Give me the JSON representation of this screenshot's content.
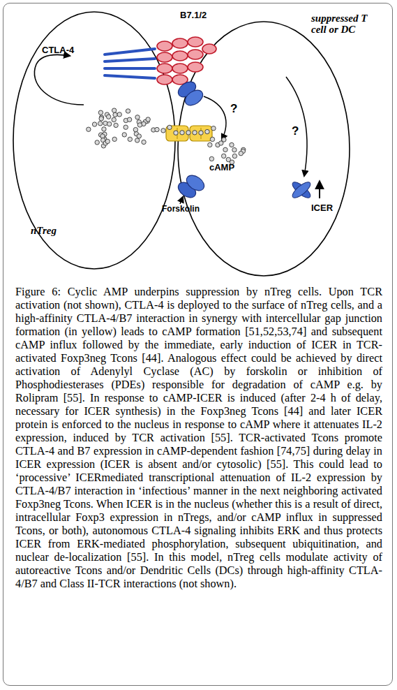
{
  "diagram": {
    "caption": "Figure 6: Cyclic AMP underpins suppression by nTreg cells. Upon TCR activation (not shown), CTLA-4 is deployed to the surface of nTreg cells, and a high-affinity CTLA-4/B7 interaction in synergy with intercellular gap junction formation (in yellow) leads to cAMP formation [51,52,53,74] and subsequent cAMP influx followed by the immediate, early induction of ICER in TCR-activated Foxp3neg Tcons [44]. Analogous effect could be achieved by direct activation of Adenylyl Cyclase (AC) by forskolin or inhibition of Phosphodiesterases (PDEs) responsible for degradation of cAMP e.g. by Rolipram [55]. In response to cAMP-ICER is induced (after 2-4 h of delay, necessary for ICER synthesis) in the Foxp3neg Tcons [44] and later ICER protein is enforced to the nucleus in response to cAMP where it attenuates IL-2 expression, induced by TCR activation [55]. TCR-activated Tcons promote CTLA-4 and B7 expression in cAMP-dependent fashion [74,75] during delay in ICER expression (ICER is absent and/or cytosolic) [55]. This could lead to ‘processive’ ICERmediated transcriptional attenuation of IL-2 expression by CTLA-4/B7 interaction in ‘infectious’ manner in the next neighboring activated Foxp3neg Tcons. When ICER is in the nucleus (whether this is a result of direct, intracellular Foxp3 expression in nTregs, and/or cAMP influx in suppressed Tcons, or both), autonomous CTLA-4 signaling inhibits ERK and thus protects ICER from ERK-mediated phosphorylation, subsequent ubiquitination, and nuclear de-localization [55]. In this model, nTreg cells modulate activity of autoreactive Tcons and/or Dendritic Cells (DCs) through high-affinity CTLA-4/B7 and Class II-TCR interactions (not shown).",
    "nodes": [
      {
        "text": [
          "nTreg"
        ]
      },
      {
        "text": [
          "suppressed T cell or DC"
        ]
      }
    ],
    "labels": [
      "CTLA-4",
      "B7.1/2",
      "cAMP",
      "Forskolin",
      "ICER",
      "?",
      "?"
    ]
  }
}
